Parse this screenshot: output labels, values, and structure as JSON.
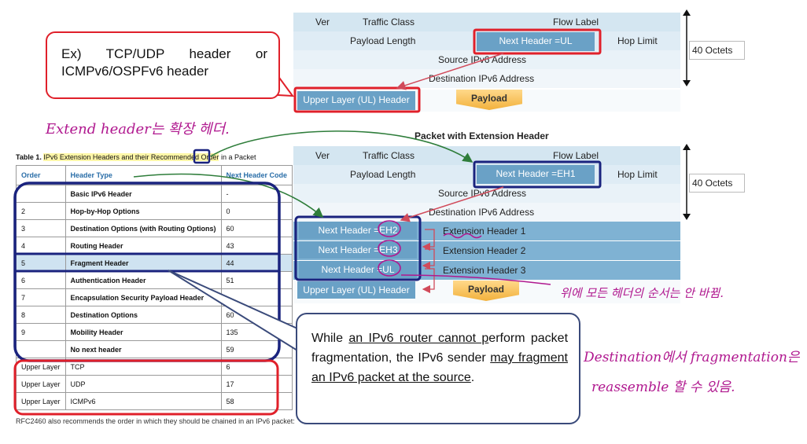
{
  "top_diagram": {
    "fields": {
      "ver": "Ver",
      "traffic_class": "Traffic Class",
      "flow_label": "Flow Label",
      "payload_length": "Payload Length",
      "next_header": "Next Header =UL",
      "hop_limit": "Hop Limit",
      "source": "Source IPv6 Address",
      "destination": "Destination IPv6 Address",
      "upper_layer": "Upper Layer (UL) Header",
      "payload": "Payload"
    },
    "octets": "40 Octets"
  },
  "bottom_diagram": {
    "title": "Packet with Extension Header",
    "fields": {
      "ver": "Ver",
      "traffic_class": "Traffic Class",
      "flow_label": "Flow Label",
      "payload_length": "Payload Length",
      "next_header": "Next Header =EH1",
      "hop_limit": "Hop Limit",
      "source": "Source IPv6 Address",
      "destination": "Destination IPv6 Address",
      "upper_layer": "Upper Layer (UL) Header",
      "payload": "Payload"
    },
    "octets": "40 Octets",
    "extensions": [
      {
        "chip": "Next Header =EH2",
        "label": "Extension Header 1"
      },
      {
        "chip": "Next Header =EH3",
        "label": "Extension Header 2"
      },
      {
        "chip": "Next Header =UL",
        "label": "Extension Header 3"
      }
    ]
  },
  "callout_top": "Ex) TCP/UDP header or ICMPv6/OSPFv6 header",
  "callout_bottom": {
    "p1": "While ",
    "u1": "an IPv6 router cannot p",
    "p2": "erform packet fragmentation, the IPv6 sender ",
    "u2": "may fragment an IPv6 packet at the source",
    "p3": "."
  },
  "table": {
    "caption_prefix": "Table 1. ",
    "caption_highlight": "IPv6 Extension Headers and their Recommended ",
    "caption_boxed": "Order",
    "caption_suffix": " in a Packet",
    "columns": [
      "Order",
      "Header Type",
      "Next Header Code"
    ],
    "rows": [
      {
        "order": "",
        "type": "Basic IPv6 Header",
        "code": "-"
      },
      {
        "order": "2",
        "type": "Hop-by-Hop Options",
        "code": "0"
      },
      {
        "order": "3",
        "type": "Destination Options (with Routing Options)",
        "code": "60"
      },
      {
        "order": "4",
        "type": "Routing Header",
        "code": "43"
      },
      {
        "order": "5",
        "type": "Fragment Header",
        "code": "44"
      },
      {
        "order": "6",
        "type": "Authentication Header",
        "code": "51"
      },
      {
        "order": "7",
        "type": "Encapsulation Security Payload Header",
        "code": ""
      },
      {
        "order": "8",
        "type": "Destination Options",
        "code": "60"
      },
      {
        "order": "9",
        "type": "Mobility Header",
        "code": "135"
      },
      {
        "order": "",
        "type": "No next header",
        "code": "59"
      },
      {
        "order": "Upper Layer",
        "type": "TCP",
        "code": "6"
      },
      {
        "order": "Upper Layer",
        "type": "UDP",
        "code": "17"
      },
      {
        "order": "Upper Layer",
        "type": "ICMPv6",
        "code": "58"
      }
    ]
  },
  "footer": "RFC2460 also recommends the order in which they should be chained in an IPv6 packet:",
  "handwriting": {
    "note_left": "Extend header는 확장 헤더.",
    "note_right": "위에 모든 헤더의 순서는 안 바뀜.",
    "note_bottom_1": "Destination에서 fragmentation은",
    "note_bottom_2": "reassemble 할 수 있음."
  },
  "colors": {
    "red_box": "#e0202a",
    "navy_box": "#1a237e",
    "handwriting": "#b0188f",
    "green_arrow": "#2e7d3a",
    "ext_blue": "#7fb2d3",
    "chip_blue": "#6aa1c6"
  }
}
